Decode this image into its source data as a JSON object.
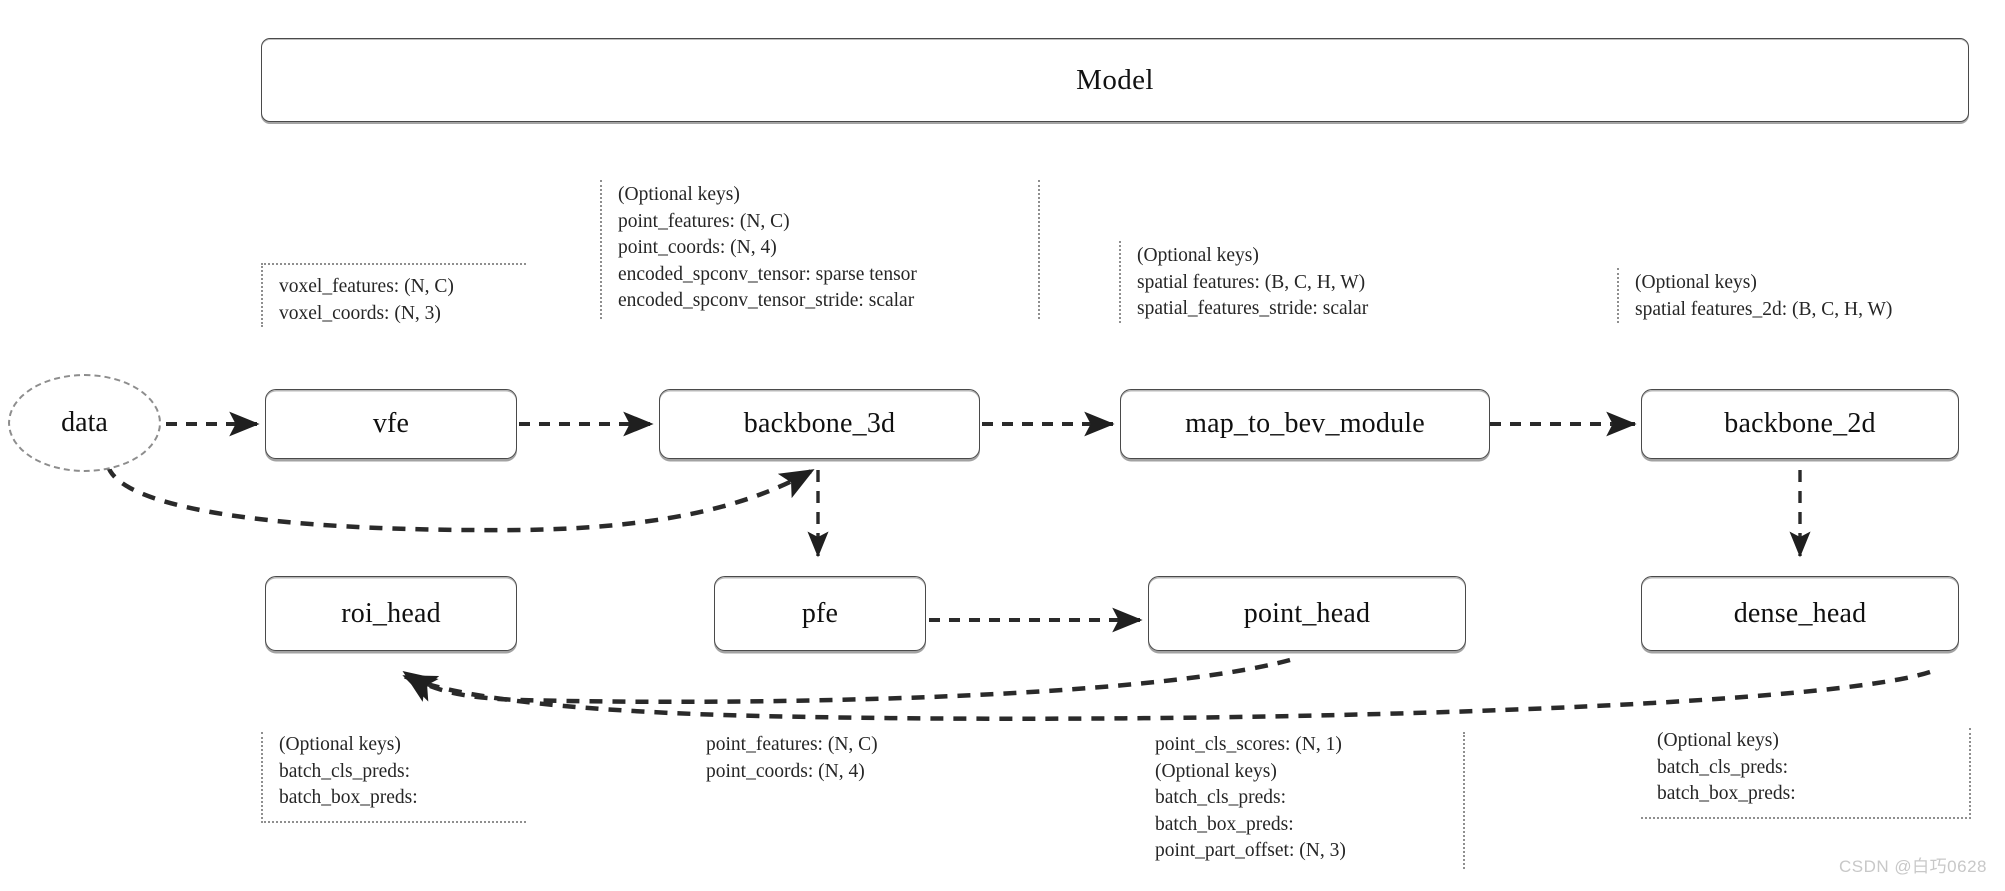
{
  "header": {
    "title": "Model"
  },
  "nodes": [
    {
      "id": "data",
      "label": "data"
    },
    {
      "id": "vfe",
      "label": "vfe"
    },
    {
      "id": "backbone_3d",
      "label": "backbone_3d"
    },
    {
      "id": "map_to_bev_module",
      "label": "map_to_bev_module"
    },
    {
      "id": "backbone_2d",
      "label": "backbone_2d"
    },
    {
      "id": "roi_head",
      "label": "roi_head"
    },
    {
      "id": "pfe",
      "label": "pfe"
    },
    {
      "id": "point_head",
      "label": "point_head"
    },
    {
      "id": "dense_head",
      "label": "dense_head"
    }
  ],
  "notes": {
    "vfe_out": {
      "lines": [
        "voxel_features: (N, C)",
        "voxel_coords: (N, 3)"
      ]
    },
    "backbone3d_out": {
      "lines": [
        "(Optional keys)",
        "point_features: (N, C)",
        "point_coords: (N, 4)",
        "encoded_spconv_tensor: sparse tensor",
        "encoded_spconv_tensor_stride: scalar"
      ]
    },
    "map_to_bev_out": {
      "lines": [
        "(Optional keys)",
        "spatial features: (B, C, H, W)",
        "spatial_features_stride: scalar"
      ]
    },
    "backbone2d_out": {
      "lines": [
        "(Optional keys)",
        "spatial features_2d: (B, C, H, W)"
      ]
    },
    "roi_head_out": {
      "lines": [
        "(Optional keys)",
        "batch_cls_preds:",
        "batch_box_preds:"
      ]
    },
    "pfe_out": {
      "lines": [
        "point_features: (N, C)",
        "point_coords: (N, 4)"
      ]
    },
    "point_head_out": {
      "lines": [
        "point_cls_scores: (N, 1)",
        "(Optional keys)",
        "batch_cls_preds:",
        "batch_box_preds:",
        "point_part_offset: (N, 3)"
      ]
    },
    "dense_head_out": {
      "lines": [
        "(Optional keys)",
        "batch_cls_preds:",
        "batch_box_preds:"
      ]
    }
  },
  "watermark": {
    "text": "CSDN @白巧0628"
  },
  "colors": {
    "node_border": "#4a4a4a",
    "note_border": "#8f8f8f",
    "edge": "#2a2a2a",
    "text": "#121212",
    "background": "#ffffff",
    "watermark": "#c8c8c8"
  }
}
